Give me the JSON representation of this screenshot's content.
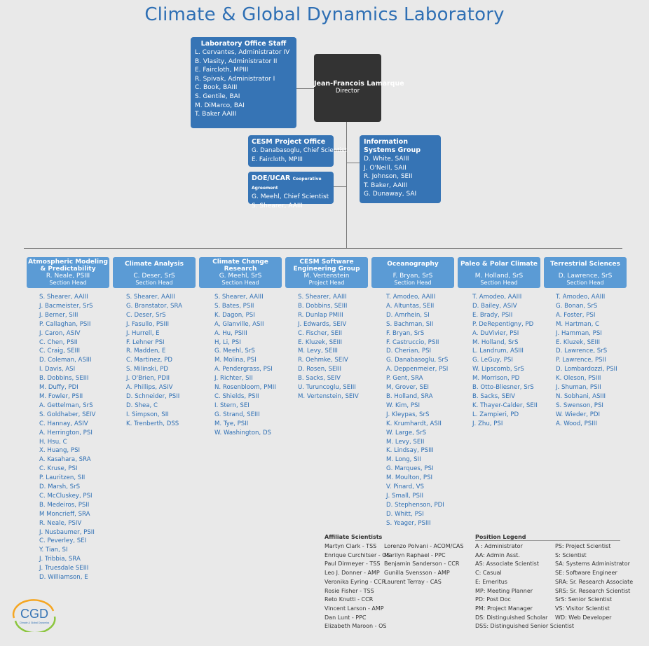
{
  "title": "Climate & Global Dynamics Laboratory",
  "director": {
    "name": "Jean-Francois Lamarque",
    "role": "Director"
  },
  "office_staff": {
    "title": "Laboratory Office Staff",
    "members": [
      "L. Cervantes, Administrator IV",
      "B. Vlasity, Administrator II",
      "E. Faircloth, MPIII",
      "R. Spivak, Administrator I",
      "C. Book, BAIII",
      "S. Gentile, BAI",
      "M. DiMarco, BAI",
      "T. Baker AAIII"
    ]
  },
  "cesm_office": {
    "title": "CESM Project Office",
    "members": [
      "G. Danabasoglu, Chief Scientist",
      "E. Faircloth, MPIII"
    ]
  },
  "doe_ucar": {
    "title": "DOE/UCAR",
    "title_small": "Cooperative Agreement",
    "members": [
      "G. Meehl, Chief Scientist",
      "S. Shearer, AAIII"
    ]
  },
  "isg": {
    "title": "Information Systems Group",
    "members": [
      "D. White, SAIII",
      "J. O'Neill, SAII",
      "R. Johnson, SEII",
      "T. Baker, AAIII",
      "G. Dunaway, SAI"
    ]
  },
  "sections": [
    {
      "name": "Atmospheric Modeling & Predictability",
      "person": "R. Neale, PSIII",
      "role": "Section Head",
      "members": [
        "S. Shearer, AAIII",
        "J. Bacmeister, SrS",
        "J. Berner, SIII",
        "P. Callaghan, PSII",
        "J. Caron, ASIV",
        "C. Chen, PSII",
        "C. Craig, SEIII",
        "D. Coleman, ASIII",
        "I. Davis, ASI",
        "B. Dobbins, SEIII",
        "M. Duffy, PDI",
        "M. Fowler, PSII",
        "A. Gettelman, SrS",
        "S. Goldhaber, SEIV",
        "C. Hannay, ASIV",
        "A. Herrington, PSI",
        "H. Hsu, C",
        "X. Huang, PSI",
        "A. Kasahara, SRA",
        "C. Kruse, PSI",
        "P. Lauritzen, SII",
        "D. Marsh, SrS",
        "C. McCluskey, PSI",
        "B. Medeiros, PSII",
        "M Moncrieff, SRA",
        "R. Neale, PSIV",
        "J. Nusbaumer, PSII",
        "C. Peverley, SEI",
        "Y. Tian, SI",
        "J. Tribbia, SRA",
        "J. Truesdale SEIII",
        "D. Williamson, E"
      ]
    },
    {
      "name": "Climate Analysis",
      "person": "C. Deser, SrS",
      "role": "Section Head",
      "members": [
        "S. Shearer, AAIII",
        "G. Branstator, SRA",
        "C. Deser, SrS",
        "J. Fasullo, PSIII",
        "J. Hurrell, E",
        "F. Lehner PSI",
        "R. Madden, E",
        "C. Martinez, PD",
        "S. Milinski, PD",
        "J. O'Brien, PDII",
        "A. Phillips, ASIV",
        "D. Schneider, PSII",
        "D. Shea, C",
        "I. Simpson, SII",
        "K. Trenberth, DSS"
      ]
    },
    {
      "name": "Climate Change Research",
      "person": "G. Meehl, SrS",
      "role": "Section Head",
      "members": [
        "S. Shearer, AAIII",
        "S. Bates, PSII",
        "K. Dagon, PSI",
        "A, Glanville, ASII",
        "A. Hu, PSIII",
        "H, Li, PSI",
        "G. Meehl, SrS",
        "M. Molina, PSI",
        "A. Pendergrass, PSI",
        "J. Richter, SII",
        "N. Rosenbloom, PMII",
        "C. Shields, PSII",
        "I. Stern, SEI",
        "G. Strand, SEIII",
        "M. Tye, PSII",
        "W. Washington, DS"
      ]
    },
    {
      "name": "CESM Software Engineering Group",
      "person": "M. Vertenstein",
      "role": "Project Head",
      "members": [
        "S. Shearer, AAIII",
        "B. Dobbins, SEIII",
        "R. Dunlap PMIII",
        "J. Edwards, SEIV",
        "C. Fischer, SEII",
        "E. Kluzek, SEIII",
        "M. Levy, SEIII",
        "R. Oehmke, SEIV",
        "D. Rosen, SEIII",
        "B. Sacks, SEIV",
        "U. Turuncoglu, SEIII",
        "M. Vertenstein, SEIV"
      ]
    },
    {
      "name": "Oceanography",
      "person": "F. Bryan, SrS",
      "role": "Section Head",
      "members": [
        "T. Amodeo, AAIII",
        "A. Altuntas, SEII",
        "D. Amrhein, SI",
        "S. Bachman, SII",
        "F. Bryan, SrS",
        "F. Castruccio, PSII",
        "D. Cherian, PSI",
        "G. Danabasoglu, SrS",
        "A. Deppenmeier, PSI",
        "P. Gent, SRA",
        "M, Grover, SEI",
        "B. Holland, SRA",
        "W. Kim, PSI",
        "J. Kleypas, SrS",
        "K. Krumhardt, ASII",
        "W. Large, SrS",
        "M. Levy, SEII",
        "K. Lindsay, PSIII",
        "M. Long, SII",
        "G. Marques, PSI",
        "M. Moulton, PSI",
        "V. Pinard, VS",
        "J. Small, PSII",
        "D. Stephenson, PDI",
        "D. Whitt, PSI",
        "S. Yeager, PSIII"
      ]
    },
    {
      "name": "Paleo & Polar Climate",
      "person": "M. Holland, SrS",
      "role": "Section Head",
      "members": [
        "T. Amodeo, AAIII",
        "D. Bailey, ASIV",
        "E. Brady, PSII",
        "P. DeRepentigny, PD",
        "A. DuVivier, PSI",
        "M. Holland, SrS",
        "L. Landrum, ASIII",
        "G. LeGuy, PSI",
        "W. Lipscomb, SrS",
        "M. Morrison, PD",
        "B. Otto-Bliesner, SrS",
        "B. Sacks, SEIV",
        "K. Thayer-Calder, SEII",
        "L. Zampieri, PD",
        "J. Zhu, PSI"
      ]
    },
    {
      "name": "Terrestrial Sciences",
      "person": "D. Lawrence, SrS",
      "role": "Section Head",
      "members": [
        "T. Amodeo, AAIII",
        "G. Bonan, SrS",
        "A. Foster, PSI",
        "M. Hartman, C",
        "J. Hamman, PSI",
        "E. Kluzek, SEIII",
        "D. Lawrence, SrS",
        "P. Lawrence, PSII",
        "D. Lombardozzi, PSII",
        "K. Oleson, PSIII",
        "J. Shuman, PSII",
        "N. Sobhani, ASIII",
        "S. Swenson, PSI",
        "W. Wieder, PDI",
        "A. Wood, PSIII"
      ]
    }
  ],
  "affiliates": {
    "title": "Affiliate Scientists",
    "col1": [
      "Martyn Clark - TSS",
      "Enrique Curchitser - OS",
      "Paul Dirmeyer - TSS",
      "Leo J. Donner - AMP",
      "Veronika Eyring - CCR",
      "Rosie Fisher - TSS",
      "Reto Knutti - CCR",
      "Vincent Larson - AMP",
      "Dan Lunt - PPC",
      "Elizabeth Maroon - OS"
    ],
    "col2": [
      "Lorenzo Polvani - ACOM/CAS",
      "Marilyn Raphael - PPC",
      "Benjamin Sanderson - CCR",
      "Gunilla Svensson - AMP",
      "Laurent Terray - CAS"
    ]
  },
  "legend": {
    "title": "Position Legend",
    "col1": [
      "A : Administrator",
      "AA: Admin Asst.",
      "AS: Associate Scientist",
      "C: Casual",
      "E: Emeritus",
      "MP: Meeting Planner",
      "PD: Post Doc",
      "PM: Project Manager",
      "DS: Distinguished Scholar",
      "DSS: Distinguished Senior Scientist"
    ],
    "col2": [
      "PS: Project Scientist",
      "S: Scientist",
      "SA: Systems Administrator",
      "SE: Software Engineer",
      "SRA: Sr. Research Associate",
      "SRS: Sr. Research Scientist",
      "SrS: Senior Scientist",
      "VS: Visitor Scientist",
      "WD: Web Developer"
    ]
  },
  "logo": {
    "text": "CGD",
    "subtitle": "Climate & Global Dynamics",
    "colors": [
      "#f5a623",
      "#3674b5",
      "#8cc63f"
    ]
  },
  "colors": {
    "accent": "#3674b5",
    "section": "#5b9bd5",
    "director": "#333333",
    "text_blue": "#2e6fb4"
  }
}
